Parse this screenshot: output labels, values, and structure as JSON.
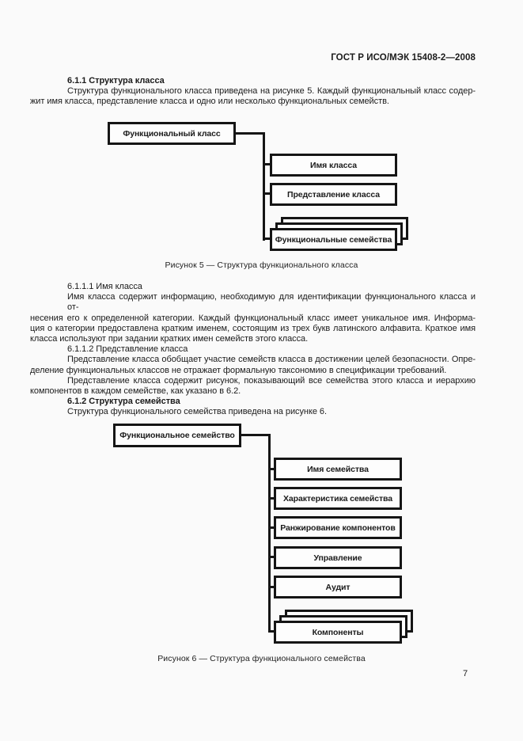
{
  "header": {
    "doc_code": "ГОСТ Р ИСО/МЭК 15408-2—2008"
  },
  "content": {
    "h611": "6.1.1 Структура класса",
    "p611": [
      "Структура функционального класса приведена на рисунке 5. Каждый функциональный класс содер-",
      "жит имя класса, представление класса и одно или несколько функциональных семейств."
    ],
    "h6111": "6.1.1.1 Имя класса",
    "p6111": [
      "Имя класса содержит информацию, необходимую для идентификации функционального класса и от-",
      "несения его к определенной категории. Каждый функциональный класс имеет уникальное имя. Информа-",
      "ция о категории предоставлена кратким именем, состоящим из трех букв латинского алфавита. Краткое имя",
      "класса используют при задании кратких имен семейств этого класса."
    ],
    "h6112": "6.1.1.2 Представление класса",
    "p6112a": [
      "Представление класса обобщает участие семейств класса в достижении целей безопасности. Опре-",
      "деление функциональных классов не отражает формальную таксономию в спецификации требований."
    ],
    "p6112b": [
      "Представление класса содержит рисунок, показывающий все семейства этого класса и иерархию",
      "компонентов в каждом семействе, как указано в 6.2."
    ],
    "h612": "6.1.2 Структура семейства",
    "p612": [
      "Структура функционального семейства приведена на рисунке 6."
    ]
  },
  "figure5": {
    "root": "Функциональный класс",
    "children": [
      "Имя класса",
      "Представление класса",
      "Функциональные семейства"
    ],
    "caption": "Рисунок 5 — Структура функционального класса"
  },
  "figure6": {
    "root": "Функциональное семейство",
    "children": [
      "Имя семейства",
      "Характеристика семейства",
      "Ранжирование компонентов",
      "Управление",
      "Аудит",
      "Компоненты"
    ],
    "caption": "Рисунок 6 — Структура функционального семейства"
  },
  "footer": {
    "page_number": "7"
  },
  "colors": {
    "ink": "#151515",
    "paper": "#fafafa"
  }
}
